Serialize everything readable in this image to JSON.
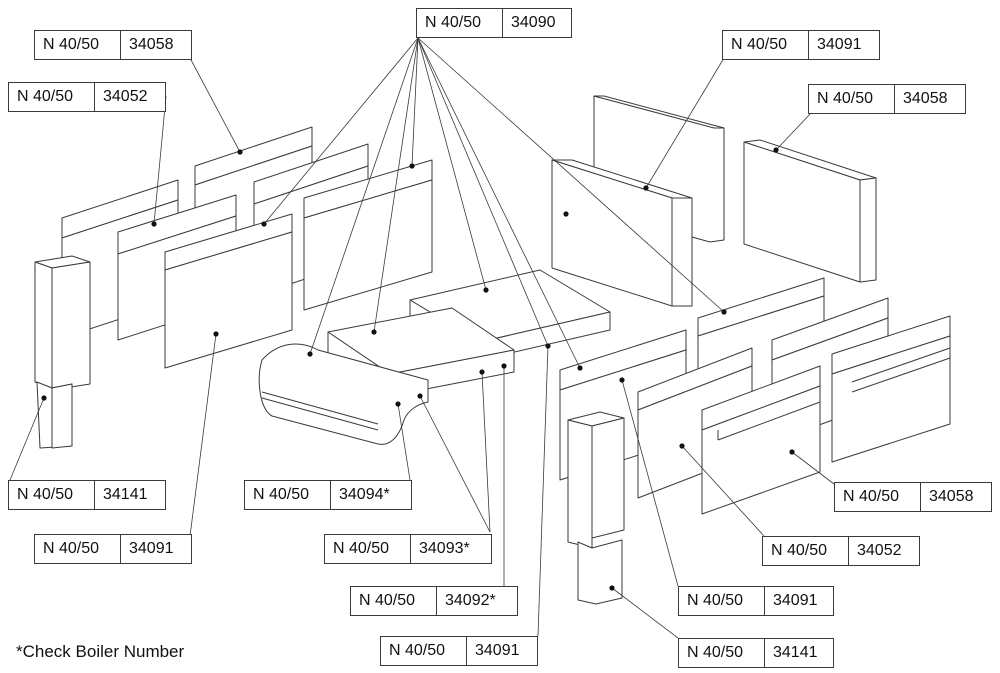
{
  "callouts": [
    {
      "id": "top-center",
      "model": "N 40/50",
      "part": "34090"
    },
    {
      "id": "top-left-upper",
      "model": "N 40/50",
      "part": "34058"
    },
    {
      "id": "top-left-lower",
      "model": "N 40/50",
      "part": "34052"
    },
    {
      "id": "top-right-upper",
      "model": "N 40/50",
      "part": "34091"
    },
    {
      "id": "top-right-lower",
      "model": "N 40/50",
      "part": "34058"
    },
    {
      "id": "bottom-left-upper",
      "model": "N 40/50",
      "part": "34141"
    },
    {
      "id": "bottom-left-lower",
      "model": "N 40/50",
      "part": "34091"
    },
    {
      "id": "bottom-mid-1",
      "model": "N 40/50",
      "part": "34094*"
    },
    {
      "id": "bottom-mid-2",
      "model": "N 40/50",
      "part": "34093*"
    },
    {
      "id": "bottom-mid-3",
      "model": "N 40/50",
      "part": "34092*"
    },
    {
      "id": "bottom-mid-4",
      "model": "N 40/50",
      "part": "34091"
    },
    {
      "id": "bottom-right-1",
      "model": "N 40/50",
      "part": "34058"
    },
    {
      "id": "bottom-right-2",
      "model": "N 40/50",
      "part": "34052"
    },
    {
      "id": "bottom-right-3",
      "model": "N 40/50",
      "part": "34091"
    },
    {
      "id": "bottom-right-4",
      "model": "N 40/50",
      "part": "34141"
    }
  ],
  "footnote": "*Check Boiler Number",
  "colors": {
    "line": "#3a3a3a",
    "fill": "#ffffff"
  }
}
